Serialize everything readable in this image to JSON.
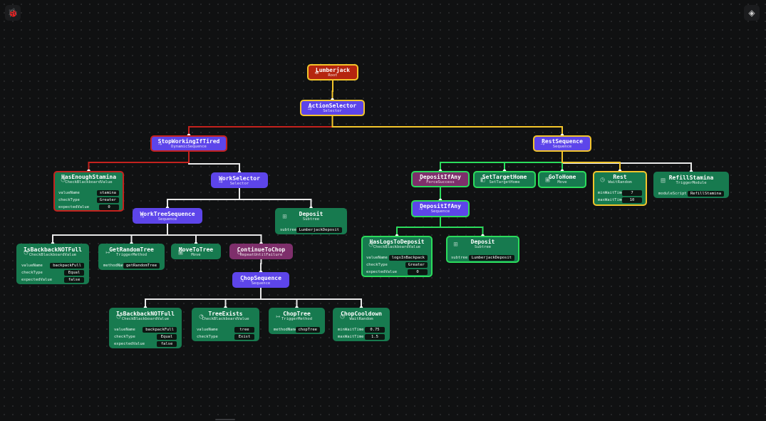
{
  "toolbar": {
    "debug_icon": "bug-icon",
    "center_icon": "recenter-icon"
  },
  "colors": {
    "background": "#101112",
    "grid_dot": "#2a2b2d",
    "root": "#b5250f",
    "composite": "#5d45ea",
    "decorator": "#7e2f6b",
    "leaf": "#177a4f",
    "running": "#f3c52b",
    "failure": "#c4221e",
    "success": "#2bdc5c",
    "idle": "#e8e8e8"
  },
  "tree": {
    "nodes": [
      {
        "id": "lumberjack",
        "title": "Lumberjack",
        "subtitle": "Root",
        "kind": "root",
        "status": "running",
        "icon": "tree-icon",
        "props": []
      },
      {
        "id": "actionselector",
        "title": "ActionSelector",
        "subtitle": "Selector",
        "kind": "composite",
        "status": "running",
        "icon": "selector-icon",
        "props": []
      },
      {
        "id": "stopworking",
        "title": "StopWorkingIfTired",
        "subtitle": "DynamicSequence",
        "kind": "composite",
        "status": "failure",
        "icon": "sequence-icon",
        "props": []
      },
      {
        "id": "restsequence",
        "title": "RestSequence",
        "subtitle": "Sequence",
        "kind": "composite",
        "status": "running",
        "icon": "sequence-icon",
        "props": []
      },
      {
        "id": "hasenoughstamina",
        "title": "HasEnoughStamina",
        "subtitle": "CheckBlackboardValue",
        "kind": "leaf",
        "status": "failure",
        "icon": "check-icon",
        "props": [
          {
            "name": "valueName",
            "value": "stamina"
          },
          {
            "name": "checkType",
            "value": "Greater"
          },
          {
            "name": "expectedValue",
            "value": "0"
          }
        ]
      },
      {
        "id": "workselector",
        "title": "WorkSelector",
        "subtitle": "Selector",
        "kind": "composite",
        "status": "idle",
        "icon": "selector-icon",
        "props": []
      },
      {
        "id": "worktreesequence",
        "title": "WorkTreeSequence",
        "subtitle": "Sequence",
        "kind": "composite",
        "status": "idle",
        "icon": "sequence-icon",
        "props": []
      },
      {
        "id": "deposit1",
        "title": "Deposit",
        "subtitle": "Subtree",
        "kind": "leaf",
        "status": "idle",
        "icon": "subtree-icon",
        "props": [
          {
            "name": "subtree",
            "value": "LumberjackDeposit"
          }
        ]
      },
      {
        "id": "isbackpacknotfull1",
        "title": "IsBackbackNOTFull",
        "subtitle": "CheckBlackboardValue",
        "kind": "leaf",
        "status": "idle",
        "icon": "check-icon",
        "props": [
          {
            "name": "valueName",
            "value": "backpackFull"
          },
          {
            "name": "checkType",
            "value": "Equal"
          },
          {
            "name": "expectedValue",
            "value": "false"
          }
        ]
      },
      {
        "id": "getrandomtree",
        "title": "GetRandomTree",
        "subtitle": "TriggerMethod",
        "kind": "leaf",
        "status": "idle",
        "icon": "trigger-icon",
        "props": [
          {
            "name": "methodName",
            "value": "getRandomTree"
          }
        ]
      },
      {
        "id": "movetotree",
        "title": "MoveToTree",
        "subtitle": "Move",
        "kind": "leaf",
        "status": "idle",
        "icon": "move-icon",
        "props": []
      },
      {
        "id": "continuetochop",
        "title": "ContinueToChop",
        "subtitle": "RepeatUntilFailure",
        "kind": "decorator",
        "status": "idle",
        "icon": "repeat-icon",
        "props": []
      },
      {
        "id": "chopsequence",
        "title": "ChopSequence",
        "subtitle": "Sequence",
        "kind": "composite",
        "status": "idle",
        "icon": "sequence-icon",
        "props": []
      },
      {
        "id": "isbackpacknotfull2",
        "title": "IsBackbackNOTFull",
        "subtitle": "CheckBlackboardValue",
        "kind": "leaf",
        "status": "idle",
        "icon": "check-icon",
        "props": [
          {
            "name": "valueName",
            "value": "backpackFull"
          },
          {
            "name": "checkType",
            "value": "Equal"
          },
          {
            "name": "expectedValue",
            "value": "false"
          }
        ]
      },
      {
        "id": "treeexists",
        "title": "TreeExists",
        "subtitle": "CheckBlackboardValue",
        "kind": "leaf",
        "status": "idle",
        "icon": "check-icon",
        "props": [
          {
            "name": "valueName",
            "value": "tree"
          },
          {
            "name": "checkType",
            "value": "Exist"
          }
        ]
      },
      {
        "id": "choptree",
        "title": "ChopTree",
        "subtitle": "TriggerMethod",
        "kind": "leaf",
        "status": "idle",
        "icon": "trigger-icon",
        "props": [
          {
            "name": "methodName",
            "value": "chopTree"
          }
        ]
      },
      {
        "id": "chopcooldown",
        "title": "ChopCooldown",
        "subtitle": "WaitRandom",
        "kind": "leaf",
        "status": "idle",
        "icon": "wait-icon",
        "props": [
          {
            "name": "minWaitTime",
            "value": "0.75"
          },
          {
            "name": "maxWaitTime",
            "value": "1.5"
          }
        ]
      },
      {
        "id": "depositifany",
        "title": "DepositIfAny",
        "subtitle": "ForceSuccess",
        "kind": "decorator",
        "status": "success",
        "icon": "force-icon",
        "props": []
      },
      {
        "id": "settargethome",
        "title": "SetTargetHome",
        "subtitle": "SetTargetHome",
        "kind": "leaf",
        "status": "success",
        "icon": "target-icon",
        "props": []
      },
      {
        "id": "gotohome",
        "title": "GoToHome",
        "subtitle": "Move",
        "kind": "leaf",
        "status": "success",
        "icon": "move-icon",
        "props": []
      },
      {
        "id": "rest",
        "title": "Rest",
        "subtitle": "WaitRandom",
        "kind": "leaf",
        "status": "running",
        "icon": "wait-icon",
        "props": [
          {
            "name": "minWaitTime",
            "value": "7"
          },
          {
            "name": "maxWaitTime",
            "value": "10"
          }
        ]
      },
      {
        "id": "refillstamina",
        "title": "RefillStamina",
        "subtitle": "TriggerModule",
        "kind": "leaf",
        "status": "idle",
        "icon": "module-icon",
        "props": [
          {
            "name": "moduleScript",
            "value": "RefillStamina"
          }
        ]
      },
      {
        "id": "depositifany_seq",
        "title": "DepositIfAny",
        "subtitle": "Sequence",
        "kind": "composite",
        "status": "success",
        "icon": "sequence-icon",
        "props": []
      },
      {
        "id": "haslogstodeposit",
        "title": "HasLogsToDeposit",
        "subtitle": "CheckBlackboardValue",
        "kind": "leaf",
        "status": "success",
        "icon": "check-icon",
        "props": [
          {
            "name": "valueName",
            "value": "logsInBackpack"
          },
          {
            "name": "checkType",
            "value": "Greater"
          },
          {
            "name": "expectedValue",
            "value": "0"
          }
        ]
      },
      {
        "id": "deposit2",
        "title": "Deposit",
        "subtitle": "Subtree",
        "kind": "leaf",
        "status": "success",
        "icon": "subtree-icon",
        "props": [
          {
            "name": "subtree",
            "value": "LumberjackDeposit"
          }
        ]
      }
    ],
    "edges": [
      {
        "from": "lumberjack",
        "to": "actionselector",
        "status": "running"
      },
      {
        "from": "actionselector",
        "to": "stopworking",
        "status": "failure"
      },
      {
        "from": "actionselector",
        "to": "restsequence",
        "status": "running"
      },
      {
        "from": "stopworking",
        "to": "hasenoughstamina",
        "status": "failure"
      },
      {
        "from": "stopworking",
        "to": "workselector",
        "status": "idle"
      },
      {
        "from": "workselector",
        "to": "worktreesequence",
        "status": "idle"
      },
      {
        "from": "workselector",
        "to": "deposit1",
        "status": "idle"
      },
      {
        "from": "worktreesequence",
        "to": "isbackpacknotfull1",
        "status": "idle"
      },
      {
        "from": "worktreesequence",
        "to": "getrandomtree",
        "status": "idle"
      },
      {
        "from": "worktreesequence",
        "to": "movetotree",
        "status": "idle"
      },
      {
        "from": "worktreesequence",
        "to": "continuetochop",
        "status": "idle"
      },
      {
        "from": "continuetochop",
        "to": "chopsequence",
        "status": "idle"
      },
      {
        "from": "chopsequence",
        "to": "isbackpacknotfull2",
        "status": "idle"
      },
      {
        "from": "chopsequence",
        "to": "treeexists",
        "status": "idle"
      },
      {
        "from": "chopsequence",
        "to": "choptree",
        "status": "idle"
      },
      {
        "from": "chopsequence",
        "to": "chopcooldown",
        "status": "idle"
      },
      {
        "from": "restsequence",
        "to": "depositifany",
        "status": "success"
      },
      {
        "from": "restsequence",
        "to": "settargethome",
        "status": "success"
      },
      {
        "from": "restsequence",
        "to": "gotohome",
        "status": "success"
      },
      {
        "from": "restsequence",
        "to": "rest",
        "status": "running"
      },
      {
        "from": "restsequence",
        "to": "refillstamina",
        "status": "idle"
      },
      {
        "from": "depositifany",
        "to": "depositifany_seq",
        "status": "success"
      },
      {
        "from": "depositifany_seq",
        "to": "haslogstodeposit",
        "status": "success"
      },
      {
        "from": "depositifany_seq",
        "to": "deposit2",
        "status": "success"
      }
    ]
  }
}
